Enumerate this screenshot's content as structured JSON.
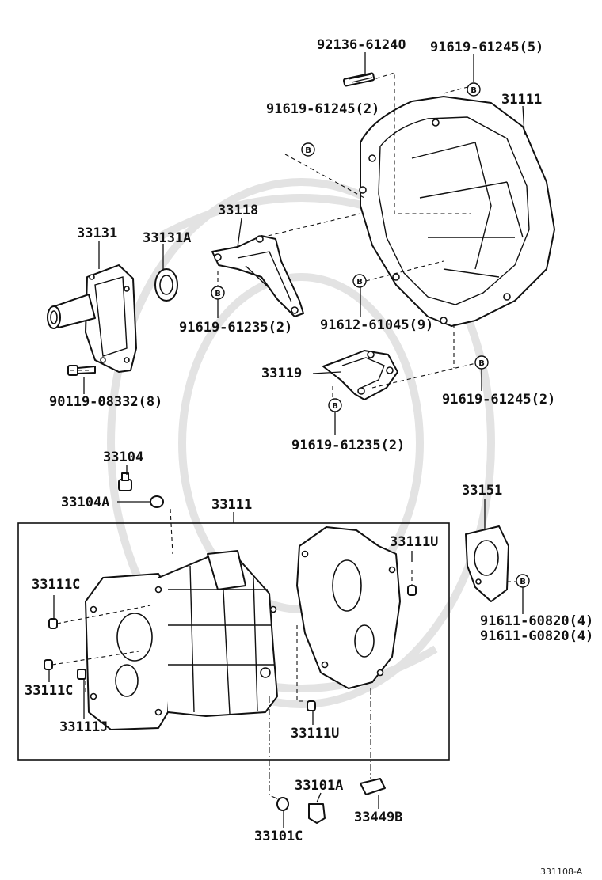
{
  "diagram": {
    "parts": [
      {
        "id": "p01",
        "label": "92136-61240"
      },
      {
        "id": "p02",
        "label": "91619-61245(5)"
      },
      {
        "id": "p03",
        "label": "91619-61245(2)"
      },
      {
        "id": "p04",
        "label": "31111"
      },
      {
        "id": "p05",
        "label": "33118"
      },
      {
        "id": "p06",
        "label": "33131"
      },
      {
        "id": "p07",
        "label": "33131A"
      },
      {
        "id": "p08",
        "label": "91619-61235(2)"
      },
      {
        "id": "p09",
        "label": "91612-61045(9)"
      },
      {
        "id": "p10",
        "label": "33119"
      },
      {
        "id": "p11",
        "label": "90119-08332(8)"
      },
      {
        "id": "p12",
        "label": "91619-61245(2)"
      },
      {
        "id": "p13",
        "label": "91619-61235(2)"
      },
      {
        "id": "p14",
        "label": "33104"
      },
      {
        "id": "p15",
        "label": "33104A"
      },
      {
        "id": "p16",
        "label": "33111"
      },
      {
        "id": "p17",
        "label": "33151"
      },
      {
        "id": "p18",
        "label": "33111U"
      },
      {
        "id": "p19",
        "label": "33111C"
      },
      {
        "id": "p20",
        "label": "91611-60820(4)"
      },
      {
        "id": "p21",
        "label": "91611-G0820(4)"
      },
      {
        "id": "p22",
        "label": "33111C"
      },
      {
        "id": "p23",
        "label": "33111J"
      },
      {
        "id": "p24",
        "label": "33111U"
      },
      {
        "id": "p25",
        "label": "33101A"
      },
      {
        "id": "p26",
        "label": "33449B"
      },
      {
        "id": "p27",
        "label": "33101C"
      }
    ],
    "bolt_marker": "B",
    "figure_code": "331108-A"
  }
}
